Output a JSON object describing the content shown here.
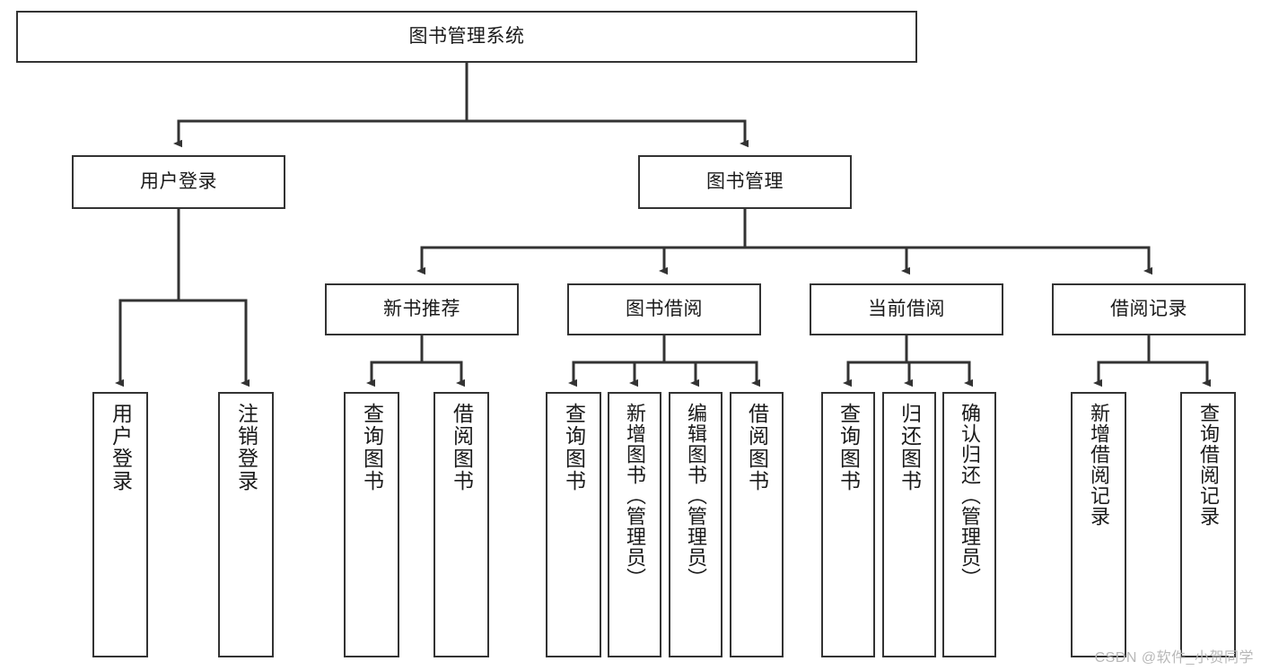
{
  "diagram": {
    "type": "tree-hierarchy-chart",
    "title": "图书管理系统",
    "watermark": "CSDN @软件_小贺同学",
    "colors": {
      "box_border": "#333333",
      "box_fill": "#ffffff",
      "edge": "#333333",
      "text": "#1a1a1a",
      "watermark": "#b8b8b8",
      "background": "#ffffff"
    },
    "nodes": {
      "root": {
        "label": "图书管理系统"
      },
      "level2": [
        {
          "id": "user-login",
          "label": "用户登录"
        },
        {
          "id": "book-management",
          "label": "图书管理"
        }
      ],
      "level3": [
        {
          "id": "new-book-recommend",
          "label": "新书推荐"
        },
        {
          "id": "book-borrow",
          "label": "图书借阅"
        },
        {
          "id": "current-borrow",
          "label": "当前借阅"
        },
        {
          "id": "borrow-record",
          "label": "借阅记录"
        }
      ],
      "leaves": {
        "user_login": [
          {
            "id": "leaf-user-login",
            "label": "用户登录"
          },
          {
            "id": "leaf-logout-login",
            "label": "注销登录"
          }
        ],
        "new_book_recommend": [
          {
            "id": "leaf-query-book-1",
            "label": "查询图书"
          },
          {
            "id": "leaf-borrow-book-1",
            "label": "借阅图书"
          }
        ],
        "book_borrow": [
          {
            "id": "leaf-query-book-2",
            "label": "查询图书"
          },
          {
            "id": "leaf-add-book",
            "label": "新增图书（管理员）"
          },
          {
            "id": "leaf-edit-book",
            "label": "编辑图书（管理员）"
          },
          {
            "id": "leaf-borrow-book-2",
            "label": "借阅图书"
          }
        ],
        "current_borrow": [
          {
            "id": "leaf-query-book-3",
            "label": "查询图书"
          },
          {
            "id": "leaf-return-book",
            "label": "归还图书"
          },
          {
            "id": "leaf-confirm-return",
            "label": "确认归还（管理员）"
          }
        ],
        "borrow_record": [
          {
            "id": "leaf-add-borrow-record",
            "label": "新增借阅记录"
          },
          {
            "id": "leaf-query-borrow-record",
            "label": "查询借阅记录"
          }
        ]
      }
    }
  }
}
